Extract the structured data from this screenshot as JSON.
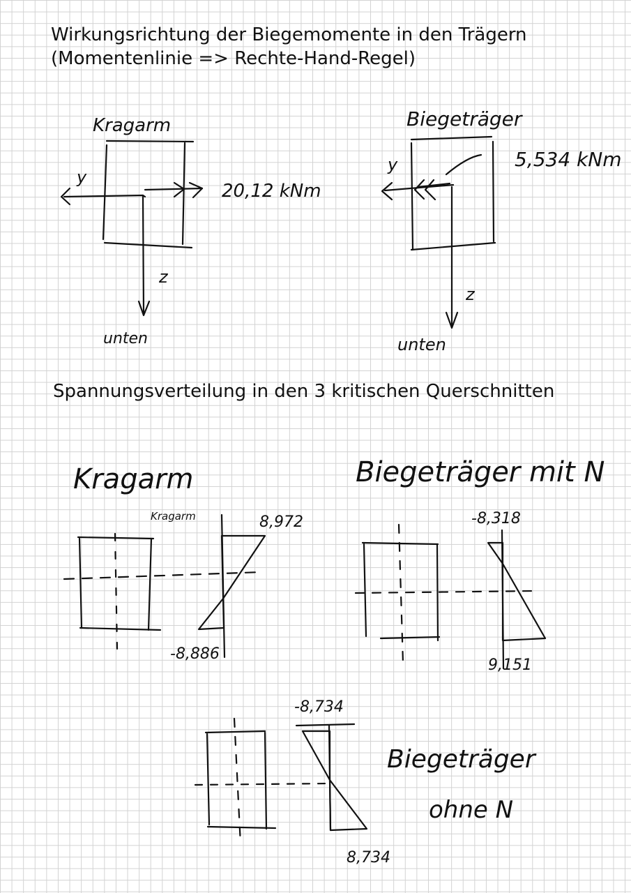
{
  "headings": {
    "line1": "Wirkungsrichtung der Biegemomente in den Trägern",
    "line2": "(Momentenlinie => Rechte-Hand-Regel)",
    "section2": "Spannungsverteilung in den 3 kritischen Querschnitten"
  },
  "moment_sketches": {
    "left": {
      "name": "Kragarm",
      "axis_y": "y",
      "axis_z": "z",
      "moment": "20,12 kNm",
      "bottom": "unten"
    },
    "right": {
      "name": "Biegeträger",
      "axis_y": "y",
      "axis_z": "z",
      "moment": "5,534 kNm",
      "bottom": "unten"
    }
  },
  "stress_sketches": {
    "kragarm": {
      "title": "Kragarm",
      "small_label": "Kragarm",
      "top_value": "8,972",
      "bottom_value": "-8,886"
    },
    "biegetraeger_mit_n": {
      "title": "Biegeträger mit N",
      "top_value": "-8,318",
      "bottom_value": "9,151"
    },
    "biegetraeger_ohne_n": {
      "title_line1": "Biegeträger",
      "title_line2": "ohne N",
      "top_value": "-8,734",
      "bottom_value": "8,734"
    }
  }
}
